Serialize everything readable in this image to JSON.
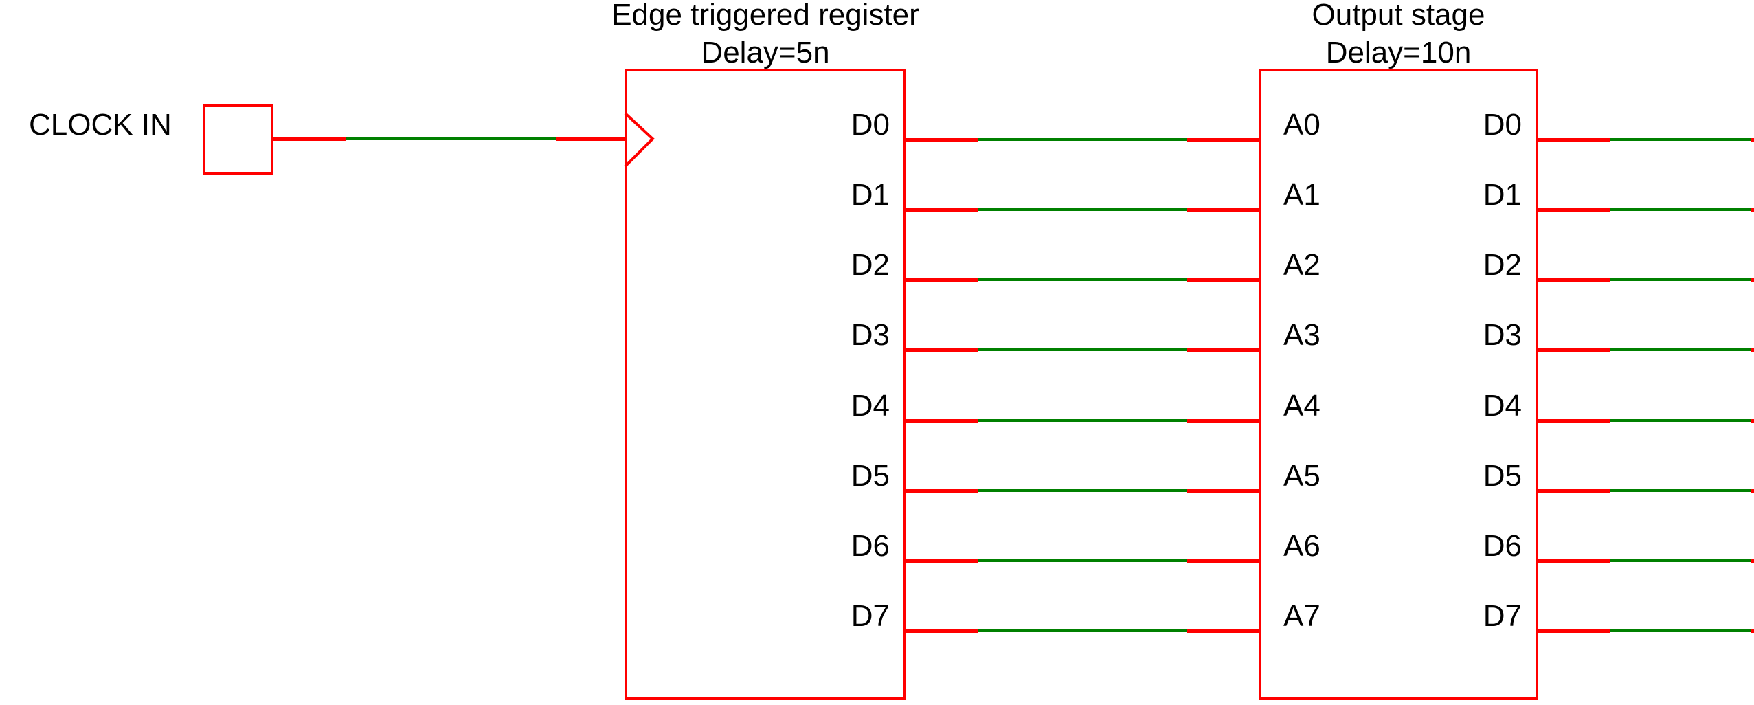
{
  "canvas": {
    "background_color": "#ffffff",
    "component_color": "#ff0000",
    "net_wire_color": "#008000",
    "pin_stub_color": "#ff0000",
    "text_color": "#000000"
  },
  "clock_source": {
    "label": "CLOCK IN"
  },
  "register": {
    "title": "Edge triggered register",
    "subtitle": "Delay=5n",
    "output_pins": [
      "D0",
      "D1",
      "D2",
      "D3",
      "D4",
      "D5",
      "D6",
      "D7"
    ]
  },
  "output_stage": {
    "title": "Output stage",
    "subtitle": "Delay=10n",
    "input_pins": [
      "A0",
      "A1",
      "A2",
      "A3",
      "A4",
      "A5",
      "A6",
      "A7"
    ],
    "output_pins": [
      "D0",
      "D1",
      "D2",
      "D3",
      "D4",
      "D5",
      "D6",
      "D7"
    ]
  }
}
